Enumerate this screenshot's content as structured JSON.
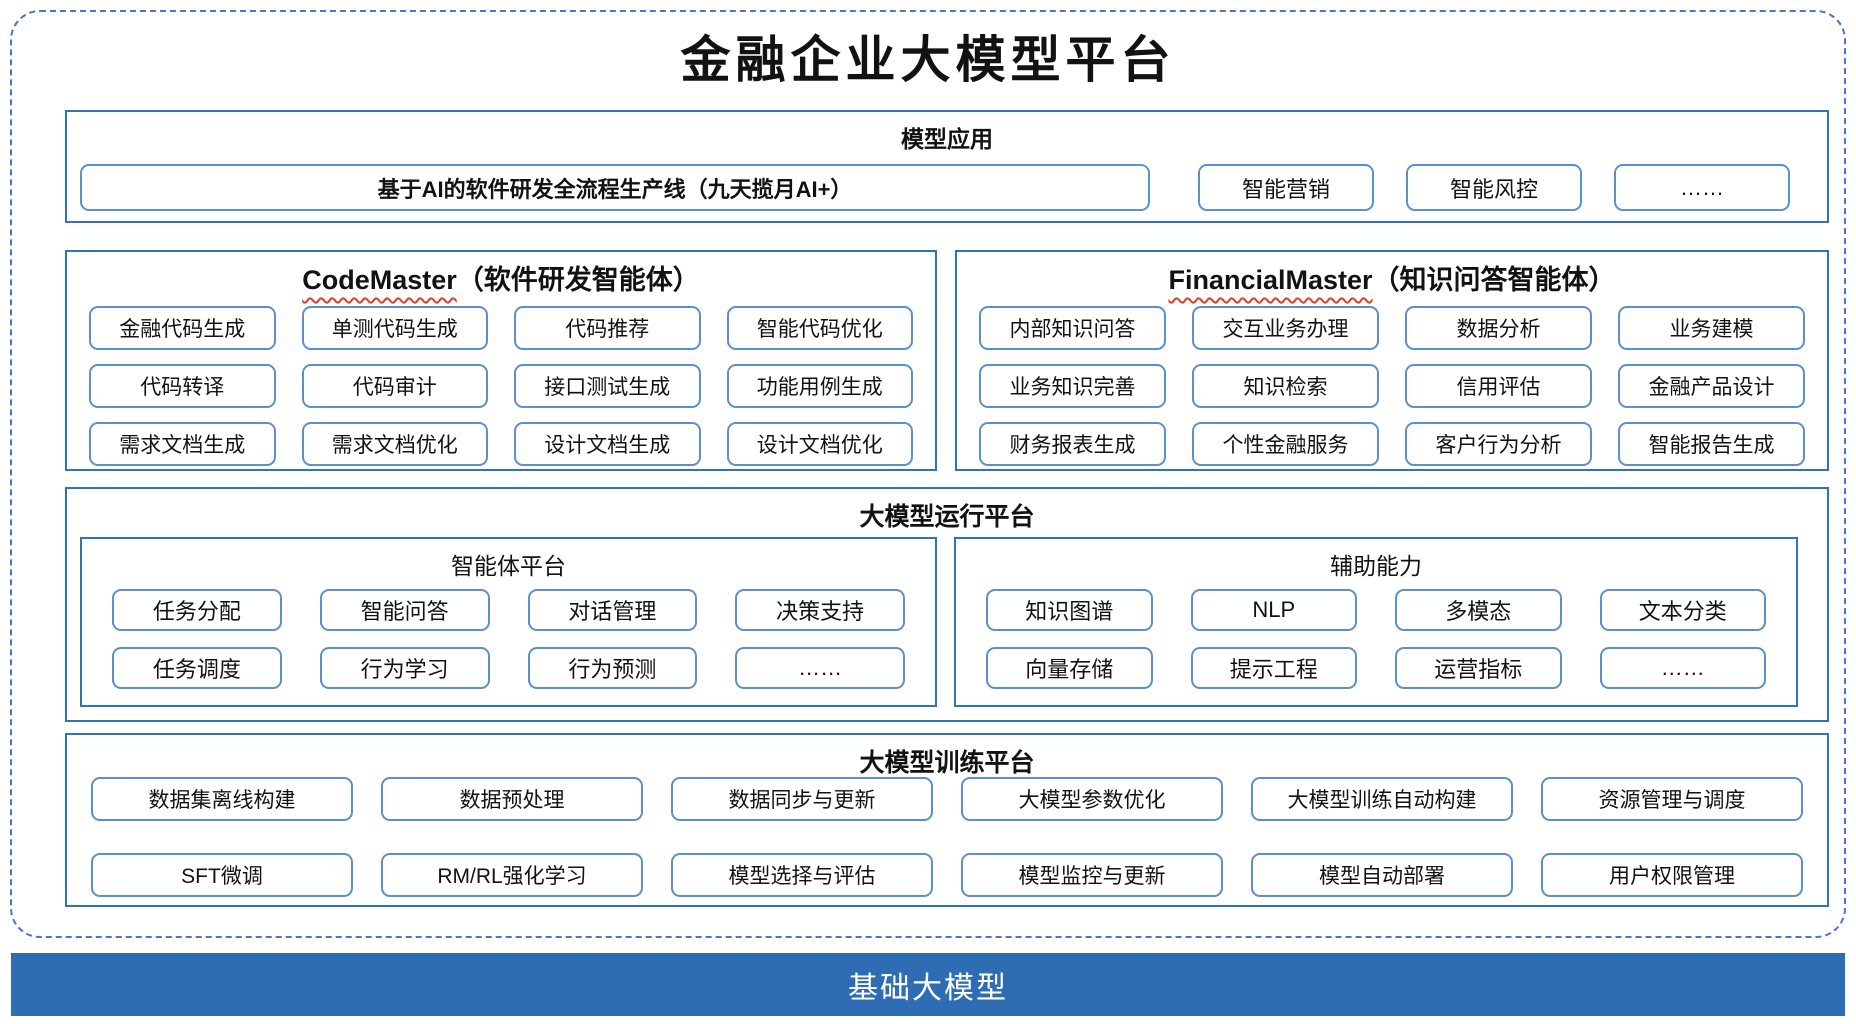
{
  "title": "金融企业大模型平台",
  "colors": {
    "section_border": "#2e74b6",
    "node_border": "#5b8fd0",
    "dashed_border": "#4976cc",
    "foundation_bar": "#2e6db4",
    "spellcheck_underline": "#e8392b"
  },
  "sections": {
    "model_app": {
      "title": "模型应用",
      "main_item": "基于AI的软件研发全流程生产线（九天揽月AI+）",
      "items": [
        "智能营销",
        "智能风控",
        "……"
      ]
    },
    "code_master": {
      "title_en": "CodeMaster",
      "title_zh": "（软件研发智能体）",
      "items": [
        "金融代码生成",
        "单测代码生成",
        "代码推荐",
        "智能代码优化",
        "代码转译",
        "代码审计",
        "接口测试生成",
        "功能用例生成",
        "需求文档生成",
        "需求文档优化",
        "设计文档生成",
        "设计文档优化"
      ]
    },
    "financial_master": {
      "title_en": "FinancialMaster",
      "title_zh": "（知识问答智能体）",
      "items": [
        "内部知识问答",
        "交互业务办理",
        "数据分析",
        "业务建模",
        "业务知识完善",
        "知识检索",
        "信用评估",
        "金融产品设计",
        "财务报表生成",
        "个性金融服务",
        "客户行为分析",
        "智能报告生成"
      ]
    },
    "runtime": {
      "title": "大模型运行平台",
      "agent_platform": {
        "title": "智能体平台",
        "items": [
          "任务分配",
          "智能问答",
          "对话管理",
          "决策支持",
          "任务调度",
          "行为学习",
          "行为预测",
          "……"
        ]
      },
      "aux_ability": {
        "title": "辅助能力",
        "items": [
          "知识图谱",
          "NLP",
          "多模态",
          "文本分类",
          "向量存储",
          "提示工程",
          "运营指标",
          "……"
        ]
      }
    },
    "training": {
      "title": "大模型训练平台",
      "items": [
        "数据集离线构建",
        "数据预处理",
        "数据同步与更新",
        "大模型参数优化",
        "大模型训练自动构建",
        "资源管理与调度",
        "SFT微调",
        "RM/RL强化学习",
        "模型选择与评估",
        "模型监控与更新",
        "模型自动部署",
        "用户权限管理"
      ]
    },
    "foundation": {
      "title": "基础大模型"
    }
  }
}
